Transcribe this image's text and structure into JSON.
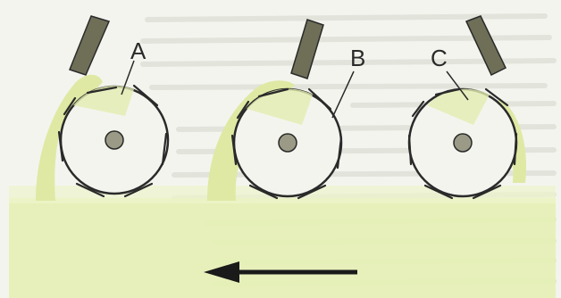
{
  "figure": {
    "rotors": [
      {
        "label": "A"
      },
      {
        "label": "B"
      },
      {
        "label": "C"
      }
    ],
    "arrow_direction": "left",
    "colors": {
      "paper": "#f4f4ef",
      "bed": "#e6efb4",
      "highlight": "#dfe9a4",
      "ink": "#2a2a2a",
      "blade": "#6f6f58",
      "hub": "#9a9a86",
      "faint_text": "#cfd2c8"
    }
  }
}
